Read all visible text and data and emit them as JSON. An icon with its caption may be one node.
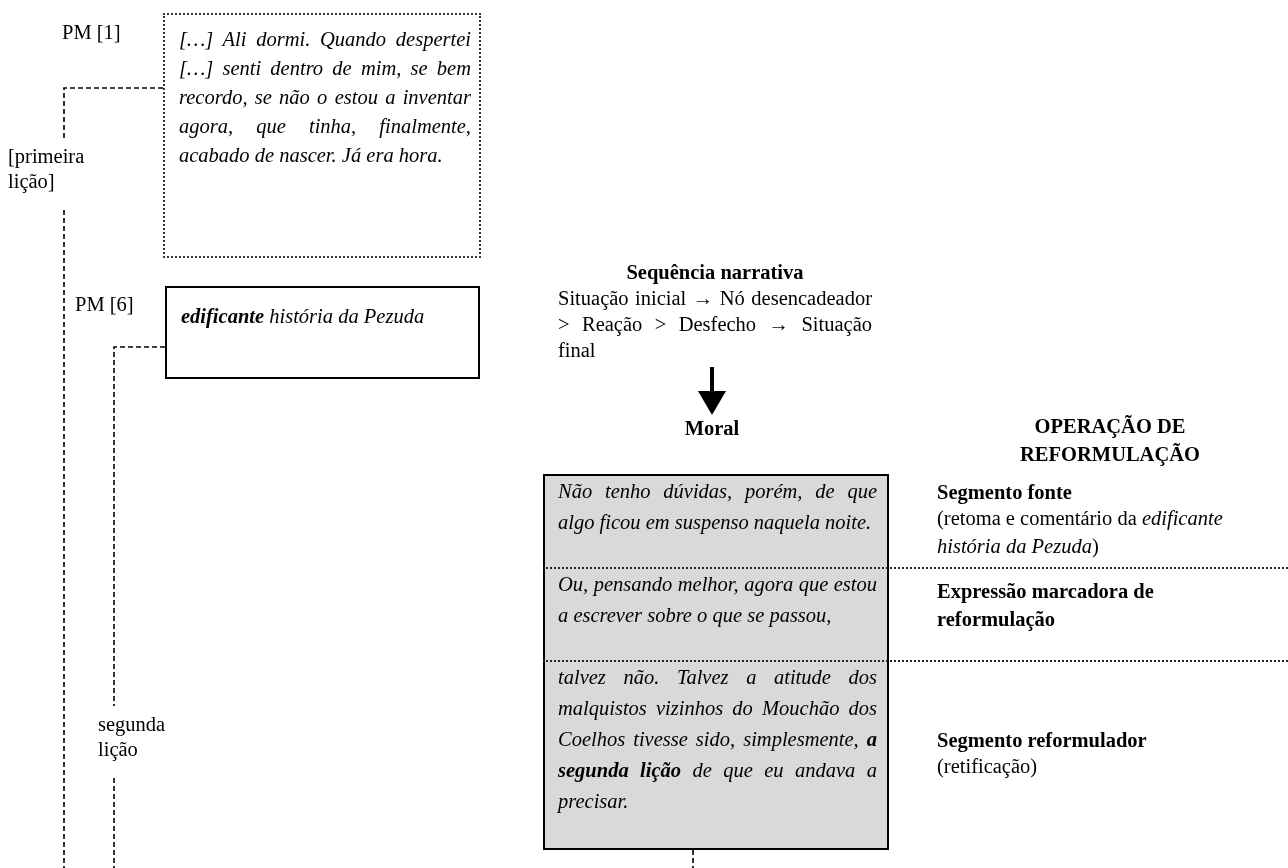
{
  "diagram": {
    "nodes": [
      {
        "text": [
          "[…] Ali dormi. Quando despertei […] senti dentro de mim, se bem recordo, se não o estou a inventar agora, que tinha, finalmente, acabado de nascer. Já era hora."
        ],
        "beside": [
          "PM [1]"
        ]
      },
      {
        "text": [
          "[primeira lição]"
        ]
      },
      {
        "text": [
          "**edificante** história da Pezuda"
        ],
        "beside": [
          "PM [6]"
        ]
      },
      {
        "text": [
          "segunda lição"
        ]
      },
      {
        "text": [
          "Sequência narrativa",
          "Situação inicial → Nó desencadeador > Reação > Desfecho → Situação final"
        ]
      },
      {
        "text": [
          "Moral"
        ]
      },
      {
        "text": [
          "Não tenho dúvidas, porém, de que algo ficou em suspenso naquela noite.",
          "Ou, pensando melhor, agora que estou a escrever sobre o que se passou,",
          "talvez não. Talvez a atitude dos malquistos vizinhos do Mouchão dos Coelhos tivesse sido, simplesmente, **a segunda lição** de que eu andava a precisar."
        ]
      }
    ],
    "edges": [
      {
        "from": 0,
        "to": 1,
        "arrow": "none",
        "style": "dashed"
      },
      {
        "from": 1,
        "to": null,
        "arrow": "none",
        "style": "dashed"
      },
      {
        "from": 2,
        "to": 3,
        "arrow": "none",
        "style": "dashed"
      },
      {
        "from": 3,
        "to": null,
        "arrow": "none",
        "style": "dashed"
      },
      {
        "from": 4,
        "to": 5,
        "arrow": "to",
        "style": "thick"
      },
      {
        "from": 6,
        "to": null,
        "arrow": "none",
        "style": "dashed"
      }
    ],
    "labels": [
      "OPERAÇÃO DE REFORMULAÇÃO",
      "Segmento fonte",
      "(retoma e comentário da *edificante história da Pezuda*)",
      "Expressão marcadora de reformulação",
      "Segmento reformulador",
      "(retificação)"
    ]
  }
}
